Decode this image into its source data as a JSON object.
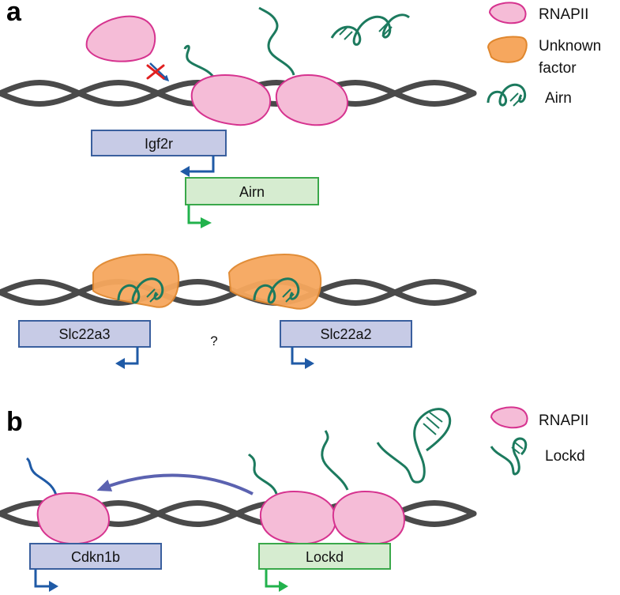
{
  "panel_a": {
    "letter": "a",
    "legend": {
      "rnapii": "RNAPII",
      "unknown_factor_line1": "Unknown",
      "unknown_factor_line2": "factor",
      "airn": "Airn"
    },
    "genes": {
      "igf2r": "Igf2r",
      "airn": "Airn",
      "slc22a3": "Slc22a3",
      "slc22a2": "Slc22a2"
    },
    "question_mark": "?"
  },
  "panel_b": {
    "letter": "b",
    "legend": {
      "rnapii": "RNAPII",
      "lockd": "Lockd"
    },
    "genes": {
      "cdkn1b": "Cdkn1b",
      "lockd": "Lockd"
    }
  },
  "colors": {
    "dna": "#4a4a4a",
    "rnapii_fill": "#f5bcd7",
    "rnapii_stroke": "#d6338f",
    "unknown_fill": "#f6a75e",
    "unknown_stroke": "#e0872e",
    "rna": "#1c7a5e",
    "blue_box_fill": "#c7cbe6",
    "blue_box_stroke": "#3a5f9e",
    "green_box_fill": "#d6ecd0",
    "green_box_stroke": "#3aa84a",
    "promoter_blue": "#1f5aa6",
    "promoter_green": "#22b24c",
    "block_x": "#e02020",
    "curve_arrow": "#5b62b0"
  }
}
